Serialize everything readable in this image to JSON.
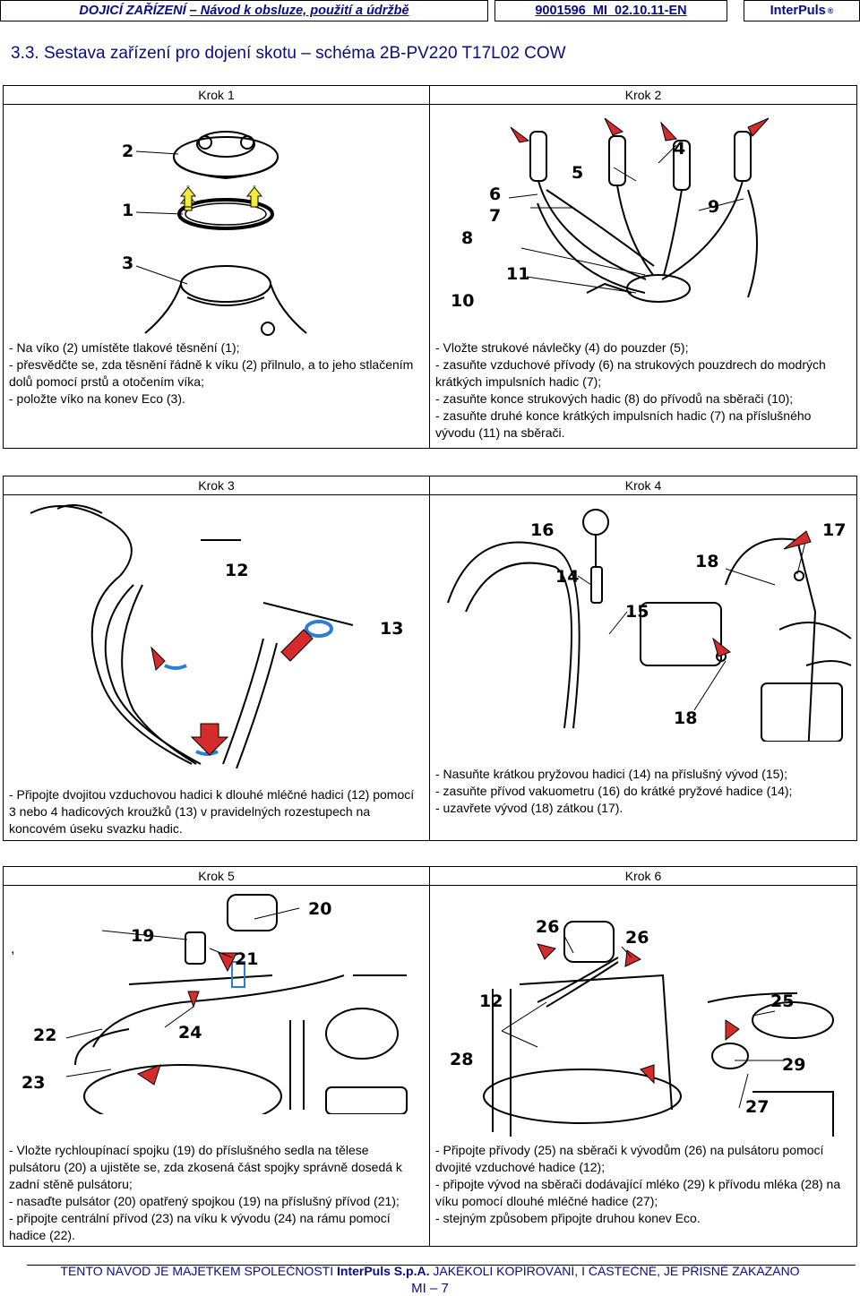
{
  "header": {
    "doc_title_italic": "DOJICÍ ZAŘÍZENÍ",
    "doc_title_rest": "– Návod k obsluze, použití a údržbě",
    "doc_code": "9001596_MI_02.10.11-EN",
    "brand": "InterPuls",
    "brand_mark": "®"
  },
  "section_title": "3.3. Sestava zařízení pro dojení skotu – schéma 2B-PV220 T17L02 COW",
  "steps": [
    {
      "label": "Krok 1",
      "callouts": [
        "2",
        "1",
        "3"
      ],
      "caption": [
        "- Na víko (2) umístěte tlakové těsnění (1);",
        "- přesvědčte se, zda těsnění řádně k víku (2) přilnulo, a to jeho stlačením dolů pomocí prstů a otočením víka;",
        "- položte víko na konev Eco (3)."
      ]
    },
    {
      "label": "Krok 2",
      "callouts": [
        "4",
        "5",
        "6",
        "7",
        "8",
        "9",
        "11",
        "10"
      ],
      "caption": [
        "- Vložte strukové návlečky (4) do pouzder (5);",
        "- zasuňte vzduchové přívody (6) na strukových pouzdrech do modrých krátkých impulsních hadic (7);",
        "- zasuňte konce strukových hadic (8) do přívodů na sběrači (10);",
        "- zasuňte druhé konce krátkých impulsních hadic (7) na příslušného vývodu (11) na sběrači."
      ]
    },
    {
      "label": "Krok 3",
      "callouts": [
        "12",
        "13"
      ],
      "caption": [
        "- Připojte dvojitou vzduchovou hadici k dlouhé mléčné hadici (12) pomocí 3 nebo 4 hadicových kroužků (13) v pravidelných rozestupech na koncovém úseku svazku hadic."
      ]
    },
    {
      "label": "Krok 4",
      "callouts": [
        "16",
        "17",
        "18",
        "14",
        "15",
        "18"
      ],
      "caption": [
        "- Nasuňte krátkou pryžovou hadici (14) na příslušný vývod (15);",
        "- zasuňte přívod vakuometru (16) do krátké pryžové hadice (14);",
        "- uzavřete vývod (18) zátkou (17)."
      ]
    },
    {
      "label": "Krok 5",
      "callouts": [
        "20",
        "19",
        "21",
        "22",
        "24",
        "23"
      ],
      "stray_mark": ",",
      "caption": [
        "- Vložte rychloupínací spojku (19) do příslušného sedla na tělese pulsátoru (20) a ujistěte se, zda zkosená část spojky správně dosedá k zadní stěně pulsátoru;",
        "- nasaďte pulsátor (20) opatřený spojkou (19) na příslušný přívod (21);",
        "- připojte centrální přívod (23) na víku k vývodu (24) na rámu pomocí hadice (22)."
      ]
    },
    {
      "label": "Krok 6",
      "callouts": [
        "26",
        "26",
        "12",
        "25",
        "28",
        "29",
        "27"
      ],
      "caption": [
        "- Připojte přívody (25) na sběrači k vývodům (26) na pulsátoru pomocí dvojité vzduchové hadice (12);",
        "- připojte vývod na sběrači dodávající mléko (29) k přívodu mléka (28) na víku pomocí dlouhé mléčné hadice (27);",
        "- stejným způsobem připojte druhou konev Eco."
      ]
    }
  ],
  "footer": {
    "part1": "TENTO NÁVOD JE MAJETKEM SPOLEČNOSTI",
    "company": "InterPuls S.p.A.",
    "part2": "JAKÉKOLI KOPÍROVÁNÍ, I ČÁSTEČNÉ, JE PŘÍSNĚ ZAKÁZÁNO",
    "page": "MI – 7"
  },
  "colors": {
    "text_blue": "#0b0b86",
    "arrow_red": "#d42b2b",
    "arrow_yellow": "#f4ea3a",
    "arrow_green": "#6abf4b",
    "ring_blue": "#2a7fd4"
  }
}
